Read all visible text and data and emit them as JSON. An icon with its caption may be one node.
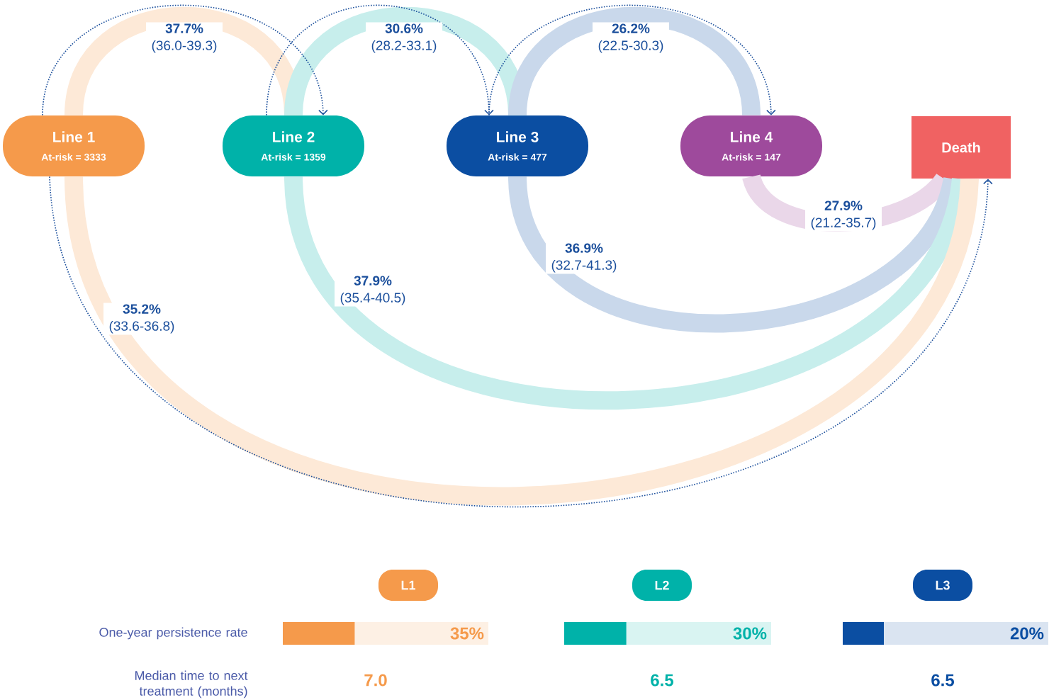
{
  "diagram": {
    "nodes": [
      {
        "text": [
          "Line 1",
          "At-risk = 3333"
        ]
      },
      {
        "text": [
          "Line 2",
          "At-risk = 1359"
        ]
      },
      {
        "text": [
          "Line 3",
          "At-risk = 477"
        ]
      },
      {
        "text": [
          "Line 4",
          "At-risk = 147"
        ]
      },
      {
        "text": [
          "Death"
        ]
      },
      {
        "text": [
          "L1"
        ]
      },
      {
        "text": [
          "L2"
        ]
      },
      {
        "text": [
          "L3"
        ]
      },
      {
        "text": [
          "35%"
        ]
      },
      {
        "text": [
          "30%"
        ]
      },
      {
        "text": [
          "20%"
        ]
      }
    ],
    "edges": [
      {
        "from": 0,
        "to": 1,
        "arrow": "none",
        "label": "**37.7%** (36.0-39.3)",
        "color": "#fde9d7"
      },
      {
        "from": 1,
        "to": 2,
        "arrow": "none",
        "label": "**30.6%** (28.2-33.1)",
        "color": "#c7eeec"
      },
      {
        "from": 2,
        "to": 3,
        "arrow": "none",
        "label": "**26.2%** (22.5-30.3)",
        "color": "#c9d8eb"
      },
      {
        "from": 3,
        "to": 4,
        "arrow": "none",
        "label": "**27.9%** (21.2-35.7)",
        "color": "#ead7e9"
      },
      {
        "from": 2,
        "to": 4,
        "arrow": "none",
        "label": "**36.9%** (32.7-41.3)",
        "color": "#c9d8eb"
      },
      {
        "from": 1,
        "to": 4,
        "arrow": "none",
        "label": "**37.9%** (35.4-40.5)",
        "color": "#c7eeec"
      },
      {
        "from": 0,
        "to": 4,
        "arrow": "none",
        "label": "**35.2%** (33.6-36.8)",
        "color": "#fde9d7"
      },
      {
        "from": 0,
        "to": 1,
        "arrow": "to",
        "style": "dashed",
        "color": "#1b4f9c"
      },
      {
        "from": 1,
        "to": 2,
        "arrow": "to",
        "style": "dashed",
        "color": "#1b4f9c"
      },
      {
        "from": 2,
        "to": 3,
        "arrow": "to",
        "style": "dashed",
        "color": "#1b4f9c"
      },
      {
        "from": 0,
        "to": 4,
        "arrow": "to",
        "style": "dashed",
        "color": "#1b4f9c"
      }
    ],
    "labels": [
      "One-year persistence rate",
      "Median time to next treatment (months)",
      "7.0",
      "6.5",
      "6.5"
    ]
  }
}
